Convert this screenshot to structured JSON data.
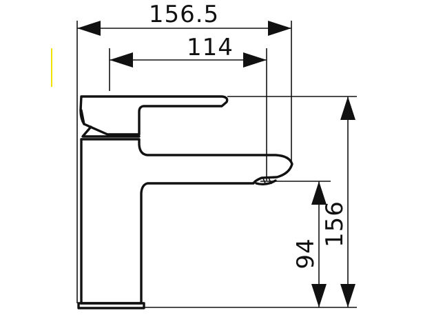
{
  "dimensions": {
    "overall_width": "156.5",
    "spout_reach": "114",
    "overall_height": "156",
    "spout_height": "94"
  },
  "colors": {
    "ink": "#111111",
    "background": "#ffffff",
    "accent_mark": "#f2e200"
  }
}
